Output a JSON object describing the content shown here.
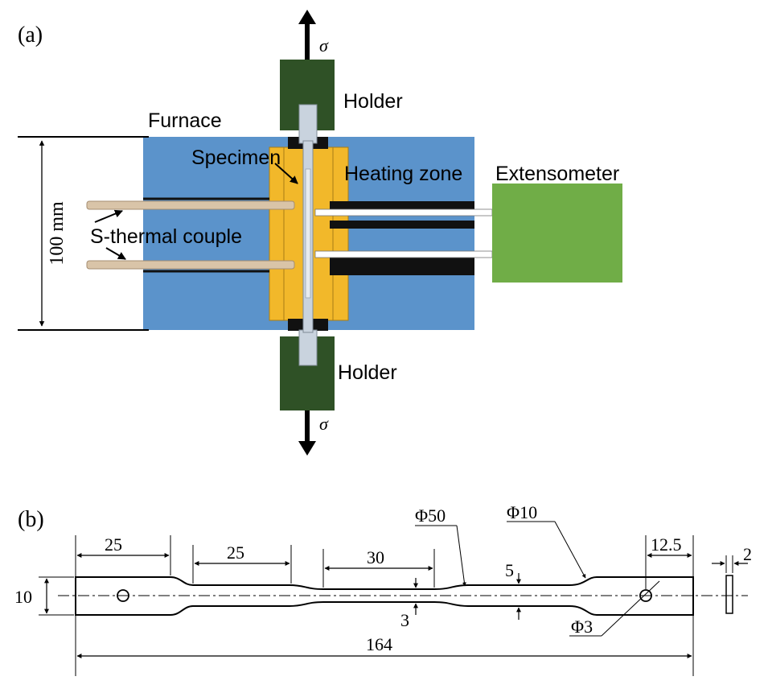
{
  "panel_a": {
    "label": "(a)",
    "stress_top": "σ",
    "stress_bottom": "σ",
    "holder_top": "Holder",
    "holder_bottom": "Holder",
    "furnace": "Furnace",
    "specimen": "Specimen",
    "heating_zone": "Heating zone",
    "extensometer": "Extensometer",
    "thermocouple": "S-thermal couple",
    "height_dim": "100 mm"
  },
  "panel_b": {
    "label": "(b)",
    "dim_grip_length": "25",
    "dim_shoulder_length": "25",
    "dim_gauge_length": "30",
    "dim_radius_large": "Φ50",
    "dim_radius_small": "Φ10",
    "dim_hole_offset": "12.5",
    "dim_thickness": "2",
    "dim_width": "10",
    "dim_gauge_width": "3",
    "dim_shoulder_width": "5",
    "dim_hole_diameter": "Φ3",
    "dim_total_length": "164"
  },
  "colors": {
    "furnace": "#5b93cb",
    "heating_element": "#f2b82a",
    "holder": "#2f5126",
    "extensometer": "#70ad47",
    "specimen": "#c9d3de",
    "thermocouple": "#d9c4a8"
  }
}
